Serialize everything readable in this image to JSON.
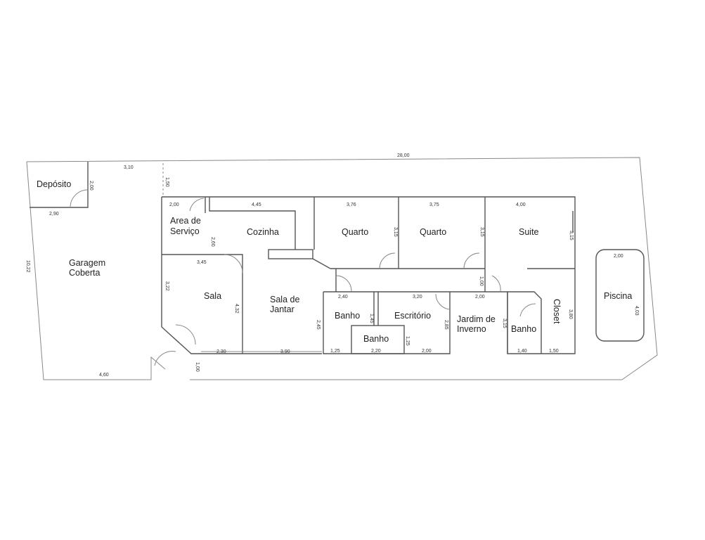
{
  "rooms": {
    "deposito": "Depósito",
    "garagem_1": "Garagem",
    "garagem_2": "Coberta",
    "area_1": "Area de",
    "area_2": "Serviço",
    "cozinha": "Cozinha",
    "quarto1": "Quarto",
    "quarto2": "Quarto",
    "suite": "Suite",
    "sala": "Sala",
    "jantar_1": "Sala de",
    "jantar_2": "Jantar",
    "banho1": "Banho",
    "banho2": "Banho",
    "banho3": "Banho",
    "escritorio": "Escritório",
    "jardim_1": "Jardim de",
    "jardim_2": "Inverno",
    "closet": "Closet",
    "piscina": "Piscina"
  },
  "dimensions": {
    "total_width": "28,00",
    "lot_depth": "10,22",
    "garage_top": "3,10",
    "setback": "1,50",
    "deposito_h": "2,00",
    "deposito_w": "2,90",
    "garage_bottom": "4,60",
    "area_w": "2,00",
    "cozinha_w": "4,45",
    "area_h": "2,60",
    "sala_w": "3,45",
    "sala_left": "3,22",
    "sala_right": "4,32",
    "sala_bottom": "2,30",
    "jantar_bottom": "3,90",
    "front_setback": "1,00",
    "quarto1_w": "3,76",
    "quarto2_w": "3,75",
    "suite_w": "4,00",
    "quarto1_h": "3,15",
    "quarto2_h": "3,15",
    "suite_h": "3,15",
    "corridor_h": "1,00",
    "banho_w": "2,40",
    "escritorio_w": "3,20",
    "jardim_w": "2,00",
    "banho_h": "2,45",
    "banho_inner": "1,45",
    "escritorio_h": "2,85",
    "small_banho_h": "1,25",
    "jardim_h": "3,15",
    "closet_h": "3,80",
    "b1_bottom": "1,25",
    "b2_bottom": "2,20",
    "esc_bottom": "2,00",
    "banho3_bottom": "1,40",
    "closet_bottom": "1,50",
    "piscina_w": "2,00",
    "piscina_h": "4,03"
  }
}
